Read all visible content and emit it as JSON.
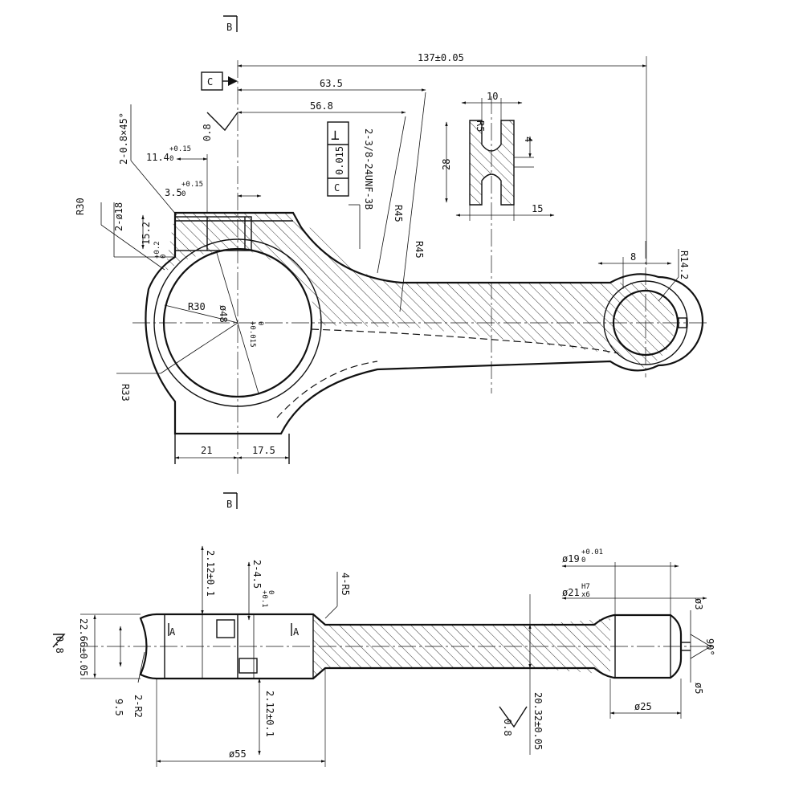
{
  "datum_b_top": "B",
  "datum_b_bottom": "B",
  "datum_c": "C",
  "dim_overall_length": "137±0.05",
  "dim_63_5": "63.5",
  "dim_56_8": "56.8",
  "roughness_top": "0.8",
  "chamfer": "2-0.8×45°",
  "dim_11_4": "11.4",
  "dim_11_4_tol_up": "+0.15",
  "dim_11_4_tol_low": "0",
  "dim_3_5": "3.5",
  "dim_3_5_tol_up": "+0.15",
  "dim_3_5_tol_low": "0",
  "dim_r30_top": "R30",
  "dim_2_d18": "2-ø18",
  "dim_15_2": "15.2",
  "dim_15_2_tol_up": "+0.2",
  "dim_15_2_tol_low": "0",
  "gdt": {
    "symbol": "⊥",
    "value": "0.015",
    "datum": "C"
  },
  "thread_spec": "2-3/8-24UNF-3B",
  "dim_r45_a": "R45",
  "dim_r45_b": "R45",
  "dim_r30_bore": "R30",
  "dim_bore_d48": "ø48",
  "dim_bore_tol_up": "+0.015",
  "dim_bore_tol_low": "0",
  "dim_r33": "R33",
  "dim_21": "21",
  "dim_17_5": "17.5",
  "section": {
    "width": "10",
    "radius": "R5",
    "height": "28",
    "web": "4",
    "depth": "15"
  },
  "dim_8": "8",
  "dim_r14_2": "R14.2",
  "side_view": {
    "dim_22_66": "22.66±0.05",
    "roughness_left": "0.8",
    "dim_9_5": "9.5",
    "dim_2_r2": "2-R2",
    "dim_2_12_top": "2.12±0.1",
    "dim_2_4_5": "2-4.5",
    "dim_2_4_5_tol_up": "+0.1",
    "dim_2_4_5_tol_low": "0",
    "label_a_left": "A",
    "label_a_right": "A",
    "dim_4_r5": "4-R5",
    "dim_2_12_bottom": "2.12±0.1",
    "dim_d55": "ø55",
    "dim_20_32": "20.32±0.05",
    "roughness_mid": "0.8",
    "dim_d19": "ø19",
    "dim_d19_tol_up": "+0.01",
    "dim_d19_tol_low": "0",
    "dim_d21": "ø21",
    "dim_d21_fit_up": "H7",
    "dim_d21_fit_low": "x6",
    "dim_d3": "ø3",
    "dim_90": "90°",
    "dim_d5": "ø5",
    "dim_d25": "ø25"
  }
}
